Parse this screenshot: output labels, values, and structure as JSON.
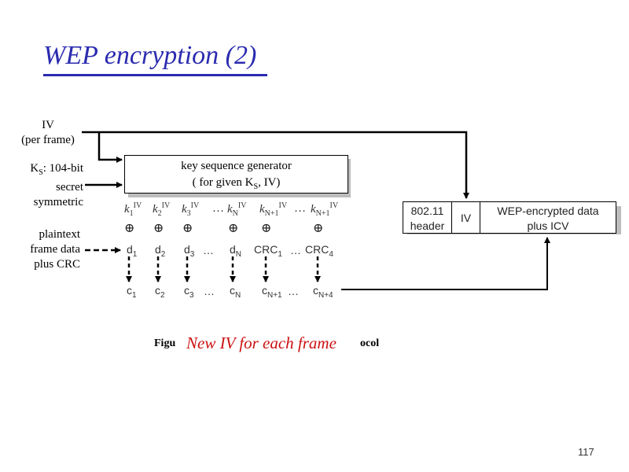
{
  "title": "WEP encryption (2)",
  "labels": {
    "iv_line1": "IV",
    "iv_line2": "(per frame)",
    "ks_line1": "K",
    "ks_sub": "S",
    "ks_line1_rest": ": 104-bit",
    "ks_line2": "secret",
    "ks_line3": "symmetric",
    "pt_line1": "plaintext",
    "pt_line2": "frame data",
    "pt_line3": "plus CRC"
  },
  "ksg": {
    "line1": "key sequence generator",
    "line2_pre": "( for given K",
    "line2_sub": "S",
    "line2_post": ", IV)"
  },
  "frame": {
    "header": [
      "802.11",
      "header"
    ],
    "iv": "IV",
    "payload": [
      "WEP-encrypted data",
      "plus ICV"
    ]
  },
  "columns": [
    {
      "k": "k",
      "k_sub": "1",
      "k_sup": "IV",
      "d": "d",
      "d_sub": "1",
      "c": "c",
      "c_sub": "1"
    },
    {
      "k": "k",
      "k_sub": "2",
      "k_sup": "IV",
      "d": "d",
      "d_sub": "2",
      "c": "c",
      "c_sub": "2"
    },
    {
      "k": "k",
      "k_sub": "3",
      "k_sup": "IV",
      "d": "d",
      "d_sub": "3",
      "c": "c",
      "c_sub": "3"
    },
    {
      "k": "k",
      "k_sub": "N",
      "k_sup": "IV",
      "d": "d",
      "d_sub": "N",
      "c": "c",
      "c_sub": "N"
    },
    {
      "k": "k",
      "k_sub": "N+1",
      "k_sup": "IV",
      "d": "CRC",
      "d_sub": "1",
      "c": "c",
      "c_sub": "N+1"
    },
    {
      "k": "k",
      "k_sub": "N+1",
      "k_sup": "IV",
      "d": "CRC",
      "d_sub": "4",
      "c": "c",
      "c_sub": "N+4"
    }
  ],
  "ellipsis": "…",
  "oplus": "⊕",
  "caption": {
    "left": "Figu",
    "right": "ocol",
    "overlay": "New IV for each frame"
  },
  "page_number": "117"
}
